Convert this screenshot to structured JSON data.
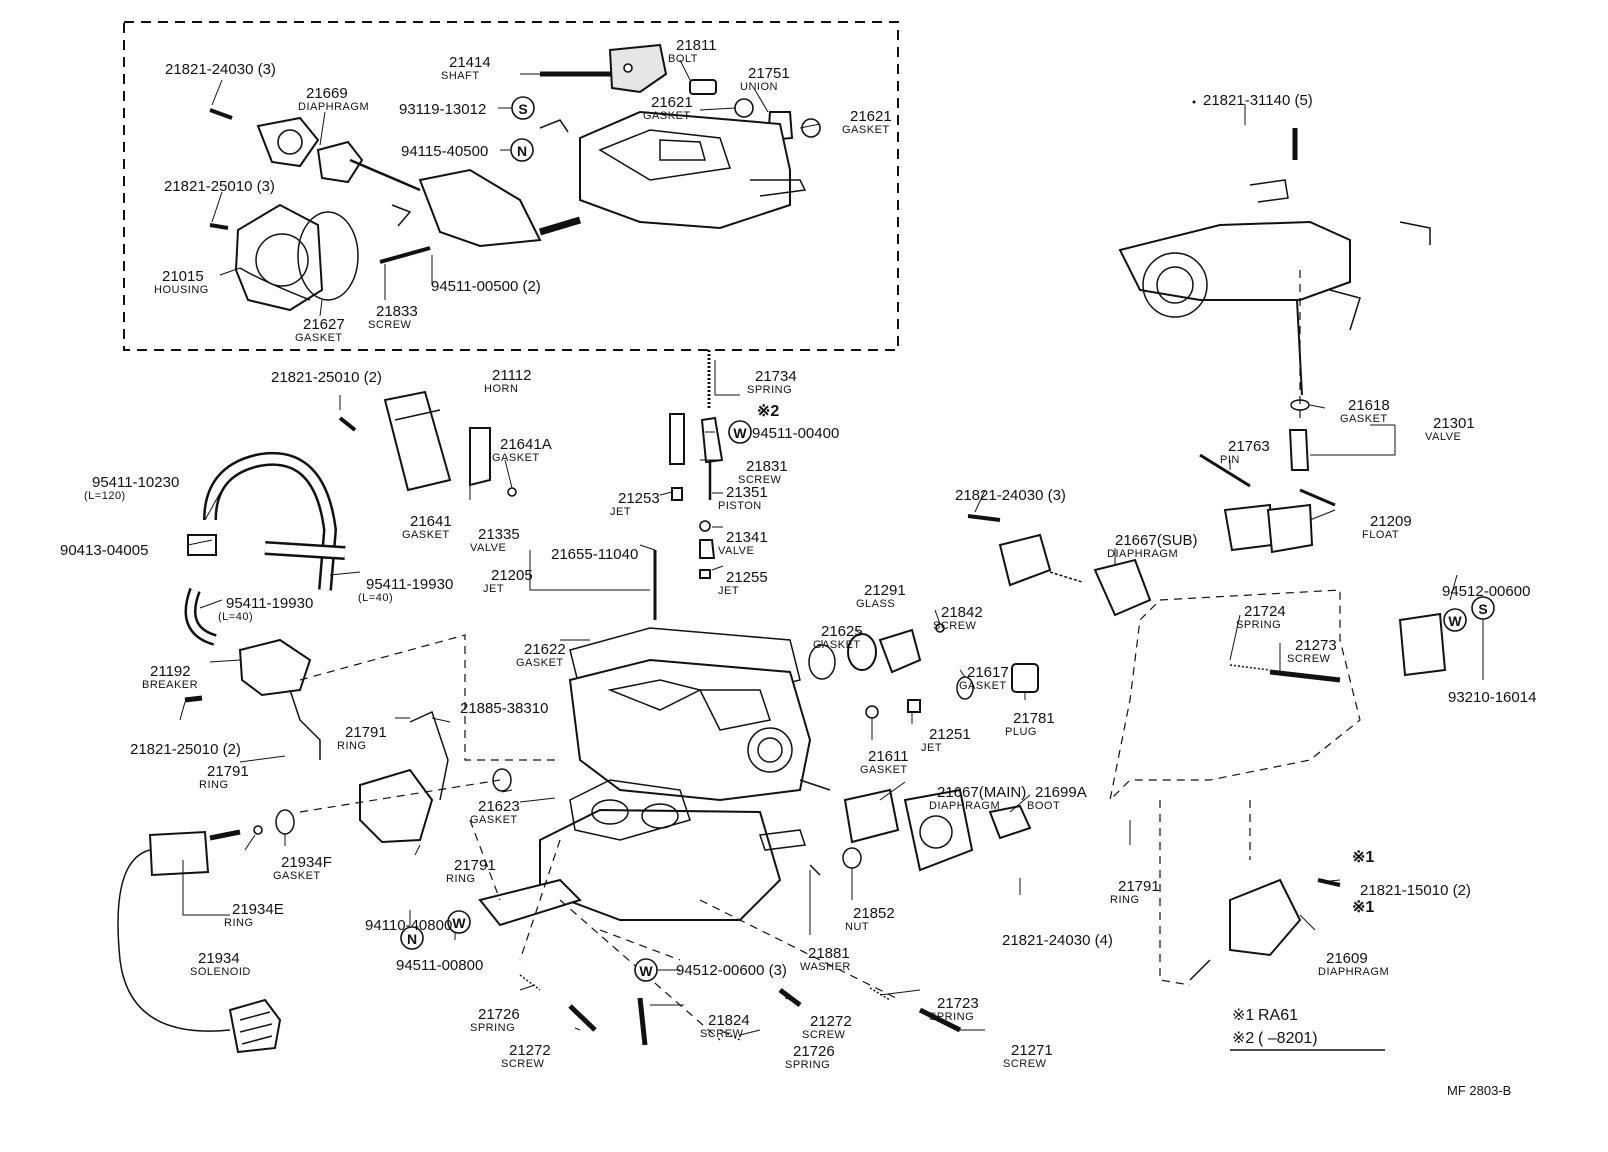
{
  "drawing_ref": "MF  2803-B",
  "legend": {
    "mark1": "※1",
    "mark1_text": "RA61",
    "mark2": "※2",
    "mark2_text": "(         –8201)"
  },
  "labels": {
    "p21821_24030_3_top": {
      "num": "21821-24030 (3)"
    },
    "p21669": {
      "num": "21669",
      "sub": "DIAPHRAGM"
    },
    "p21414": {
      "num": "21414",
      "sub": "SHAFT"
    },
    "p21811": {
      "num": "21811",
      "sub": "BOLT"
    },
    "p21751": {
      "num": "21751",
      "sub": "UNION"
    },
    "p93119": {
      "num": "93119-13012"
    },
    "p21621_a": {
      "num": "21621",
      "sub": "GASKET"
    },
    "p21621_b": {
      "num": "21621",
      "sub": "GASKET"
    },
    "p94115": {
      "num": "94115-40500"
    },
    "p21821_25010_3": {
      "num": "21821-25010 (3)"
    },
    "p21015": {
      "num": "21015",
      "sub": "HOUSING"
    },
    "p21627": {
      "num": "21627",
      "sub": "GASKET"
    },
    "p94511_00500": {
      "num": "94511-00500 (2)"
    },
    "p21833": {
      "num": "21833",
      "sub": "SCREW"
    },
    "p21112": {
      "num": "21112",
      "sub": "HORN"
    },
    "p21821_25010_2_a": {
      "num": "21821-25010 (2)"
    },
    "p21734": {
      "num": "21734",
      "sub": "SPRING"
    },
    "p94511_00400": {
      "num": "94511-00400"
    },
    "p21641A": {
      "num": "21641A",
      "sub": "GASKET"
    },
    "p21831": {
      "num": "21831",
      "sub": "SCREW"
    },
    "p21351": {
      "num": "21351",
      "sub": "PISTON"
    },
    "p95411_10230": {
      "num": "95411-10230",
      "sub": "(L=120)"
    },
    "p21641": {
      "num": "21641",
      "sub": "GASKET"
    },
    "p21335": {
      "num": "21335",
      "sub": "VALVE"
    },
    "p21253": {
      "num": "21253",
      "sub": "JET"
    },
    "p21341": {
      "num": "21341",
      "sub": "VALVE"
    },
    "p90413": {
      "num": "90413-04005"
    },
    "p21655": {
      "num": "21655-11040"
    },
    "p21205": {
      "num": "21205",
      "sub": "JET"
    },
    "p21255": {
      "num": "21255",
      "sub": "JET"
    },
    "p95411_19930_a": {
      "num": "95411-19930",
      "sub": "(L=40)"
    },
    "p95411_19930_b": {
      "num": "95411-19930",
      "sub": "(L=40)"
    },
    "p21192": {
      "num": "21192",
      "sub": "BREAKER"
    },
    "p21622": {
      "num": "21622",
      "sub": "GASKET"
    },
    "p21821_25010_2_b": {
      "num": "21821-25010 (2)"
    },
    "p21791_a": {
      "num": "21791",
      "sub": "RING"
    },
    "p21885": {
      "num": "21885-38310"
    },
    "p21791_b": {
      "num": "21791",
      "sub": "RING"
    },
    "p21623": {
      "num": "21623",
      "sub": "GASKET"
    },
    "p21291": {
      "num": "21291",
      "sub": "GLASS"
    },
    "p21842": {
      "num": "21842",
      "sub": "SCREW"
    },
    "p21625": {
      "num": "21625",
      "sub": "GASKET"
    },
    "p21617": {
      "num": "21617",
      "sub": "GASKET"
    },
    "p21781": {
      "num": "21781",
      "sub": "PLUG"
    },
    "p21251": {
      "num": "21251",
      "sub": "JET"
    },
    "p21611": {
      "num": "21611",
      "sub": "GASKET"
    },
    "p21667_main": {
      "num": "21667(MAIN)",
      "sub": "DIAPHRAGM"
    },
    "p21699A": {
      "num": "21699A",
      "sub": "BOOT"
    },
    "p21934F": {
      "num": "21934F",
      "sub": "GASKET"
    },
    "p21791_c": {
      "num": "21791",
      "sub": "RING"
    },
    "p21934E": {
      "num": "21934E",
      "sub": "RING"
    },
    "p94110": {
      "num": "94110-40800"
    },
    "p21934": {
      "num": "21934",
      "sub": "SOLENOID"
    },
    "p21852": {
      "num": "21852",
      "sub": "NUT"
    },
    "p21881": {
      "num": "21881",
      "sub": "WASHER"
    },
    "p21821_24030_4": {
      "num": "21821-24030 (4)"
    },
    "p94511_00800": {
      "num": "94511-00800"
    },
    "p94512_00600_3": {
      "num": "94512-00600 (3)"
    },
    "p21723": {
      "num": "21723",
      "sub": "SPRING"
    },
    "p21726_a": {
      "num": "21726",
      "sub": "SPRING"
    },
    "p21824": {
      "num": "21824",
      "sub": "SCREW"
    },
    "p21272_a": {
      "num": "21272",
      "sub": "SCREW"
    },
    "p21272_b": {
      "num": "21272",
      "sub": "SCREW"
    },
    "p21726_b": {
      "num": "21726",
      "sub": "SPRING"
    },
    "p21271": {
      "num": "21271",
      "sub": "SCREW"
    },
    "p21821_31140": {
      "num": "21821-31140 (5)"
    },
    "p21618": {
      "num": "21618",
      "sub": "GASKET"
    },
    "p21301": {
      "num": "21301",
      "sub": "VALVE"
    },
    "p21763": {
      "num": "21763",
      "sub": "PIN"
    },
    "p21821_24030_3_mid": {
      "num": "21821-24030 (3)"
    },
    "p21209": {
      "num": "21209",
      "sub": "FLOAT"
    },
    "p21667_sub": {
      "num": "21667(SUB)",
      "sub": "DIAPHRAGM"
    },
    "p94512_00600": {
      "num": "94512-00600"
    },
    "p21724": {
      "num": "21724",
      "sub": "SPRING"
    },
    "p21273": {
      "num": "21273",
      "sub": "SCREW"
    },
    "p93210": {
      "num": "93210-16014"
    },
    "p21791_d": {
      "num": "21791",
      "sub": "RING"
    },
    "p21821_15010": {
      "num": "21821-15010 (2)"
    },
    "p21609": {
      "num": "21609",
      "sub": "DIAPHRAGM"
    }
  },
  "callouts": {
    "S": "S",
    "N": "N",
    "W": "W",
    "x1": "※1",
    "x2": "※2"
  }
}
